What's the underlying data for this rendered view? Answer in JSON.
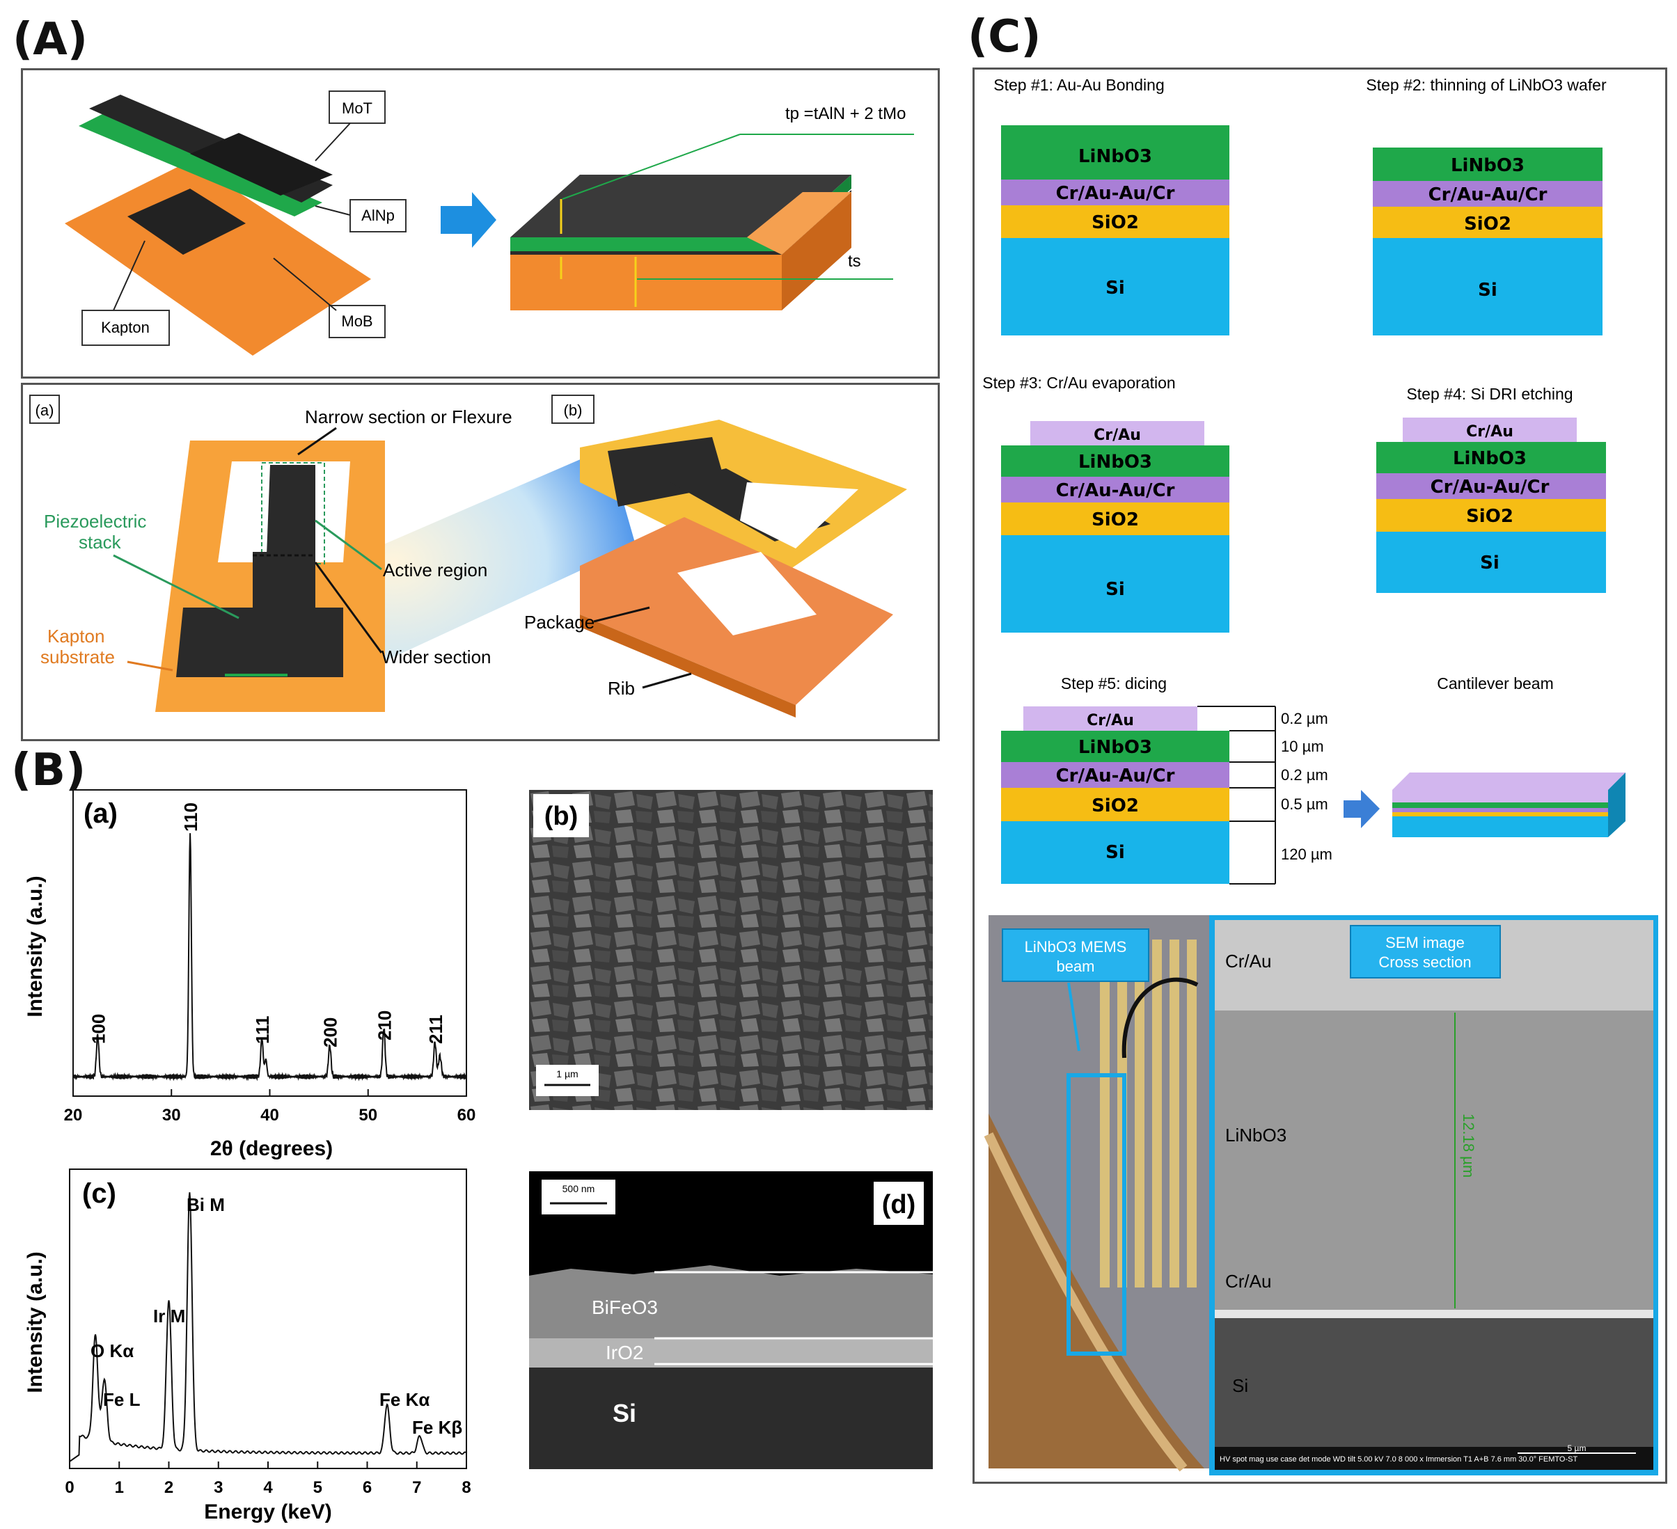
{
  "panels": {
    "A": "(A)",
    "B": "(B)",
    "C": "(C)"
  },
  "panelA": {
    "top": {
      "mot": "MoT",
      "alnp": "AlNp",
      "mob": "MoB",
      "kapton": "Kapton",
      "tp_eq": "tp =tAlN + 2 tMo",
      "ts": "ts"
    },
    "bottom": {
      "sub_a": "(a)",
      "sub_b": "(b)",
      "narrow": "Narrow section or Flexure",
      "piezo1": "Piezoelectric",
      "piezo2": "stack",
      "active": "Active region",
      "wider": "Wider section",
      "kapton1": "Kapton",
      "kapton2": "substrate",
      "package": "Package",
      "rib": "Rib"
    }
  },
  "panelB": {
    "xrd": {
      "label": "(a)",
      "ylabel": "Intensity (a.u.)",
      "xlabel": "2θ (degrees)",
      "peaks": [
        "100",
        "110",
        "111",
        "200",
        "210",
        "211"
      ],
      "xticks": [
        "20",
        "30",
        "40",
        "50",
        "60"
      ]
    },
    "eds": {
      "label": "(c)",
      "ylabel": "Intensity (a.u.)",
      "xlabel": "Energy (keV)",
      "xticks": [
        "0",
        "1",
        "2",
        "3",
        "4",
        "5",
        "6",
        "7",
        "8"
      ],
      "peaks": [
        "O Kα",
        "Fe L",
        "Ir M",
        "Bi M",
        "Fe Kα",
        "Fe Kβ"
      ]
    },
    "sem_top": {
      "label": "(b)",
      "scale": "1 µm"
    },
    "sem_cross": {
      "label": "(d)",
      "scale": "500 nm",
      "bifeo3": "BiFeO3",
      "iro2": "IrO2",
      "si": "Si"
    }
  },
  "panelC": {
    "step1": "Step #1: Au-Au Bonding",
    "step2": "Step #2: thinning of LiNbO3 wafer",
    "step3": "Step #3: Cr/Au evaporation",
    "step4": "Step #4: Si DRI etching",
    "step5": "Step #5: dicing",
    "beam": "Cantilever beam",
    "layers": {
      "crau": "Cr/Au",
      "linbo3": "LiNbO3",
      "craucr": "Cr/Au-Au/Cr",
      "sio2": "SiO2",
      "si": "Si"
    },
    "dims": [
      "0.2 µm",
      "10 µm",
      "0.2 µm",
      "0.5 µm",
      "120 µm"
    ],
    "photo": {
      "mems1": "LiNbO3 MEMS",
      "mems2": "beam",
      "sem1": "SEM image",
      "sem2": "Cross section",
      "crau_top": "Cr/Au",
      "linbo3": "LiNbO3",
      "crau_bot": "Cr/Au",
      "si": "Si",
      "measure": "12.18 µm",
      "scalebar": "5 µm",
      "footer": "HV  spot  mag  use case  det  mode  WD  tilt   5.00 kV  7.0  8 000 x  Immersion  T1  A+B  7.6 mm  30.0°   FEMTO-ST"
    }
  },
  "colors": {
    "green": "#1fa84a",
    "purple": "#a97fd6",
    "yellow": "#f6bd14",
    "blue": "#18b4ea",
    "orange": "#f08a2c",
    "lightpurple": "#d2b6ee"
  }
}
